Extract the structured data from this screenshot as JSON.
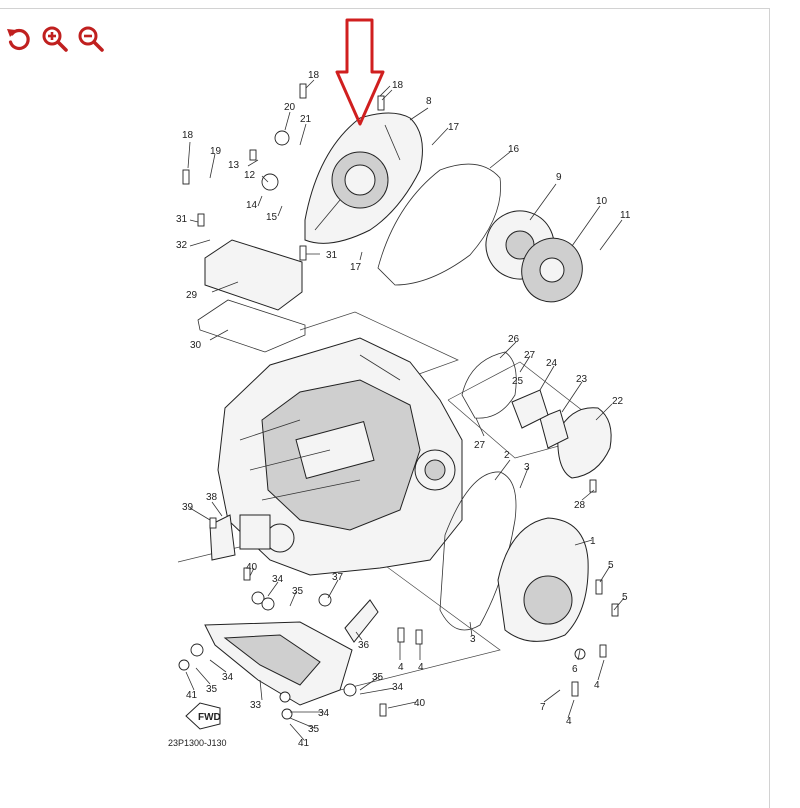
{
  "viewer": {
    "colors": {
      "toolbar_icon": "#c0201f",
      "arrow": "#d01f1f",
      "line": "#333333"
    },
    "toolbar": [
      {
        "name": "rotate-icon",
        "tooltip": ""
      },
      {
        "name": "zoom-in-icon",
        "tooltip": ""
      },
      {
        "name": "zoom-out-icon",
        "tooltip": ""
      }
    ]
  },
  "diagram": {
    "code": "23P1300-J130",
    "fwd_label": "FWD",
    "callouts": [
      "18",
      "18",
      "8",
      "20",
      "21",
      "17",
      "18",
      "19",
      "13",
      "12",
      "16",
      "9",
      "14",
      "15",
      "10",
      "11",
      "31",
      "32",
      "31",
      "17",
      "29",
      "30",
      "26",
      "27",
      "24",
      "25",
      "23",
      "22",
      "27",
      "2",
      "3",
      "28",
      "38",
      "39",
      "1",
      "40",
      "34",
      "35",
      "37",
      "5",
      "5",
      "36",
      "3",
      "4",
      "4",
      "6",
      "4",
      "34",
      "35",
      "41",
      "33",
      "35",
      "34",
      "40",
      "7",
      "4",
      "34",
      "35",
      "41"
    ]
  }
}
